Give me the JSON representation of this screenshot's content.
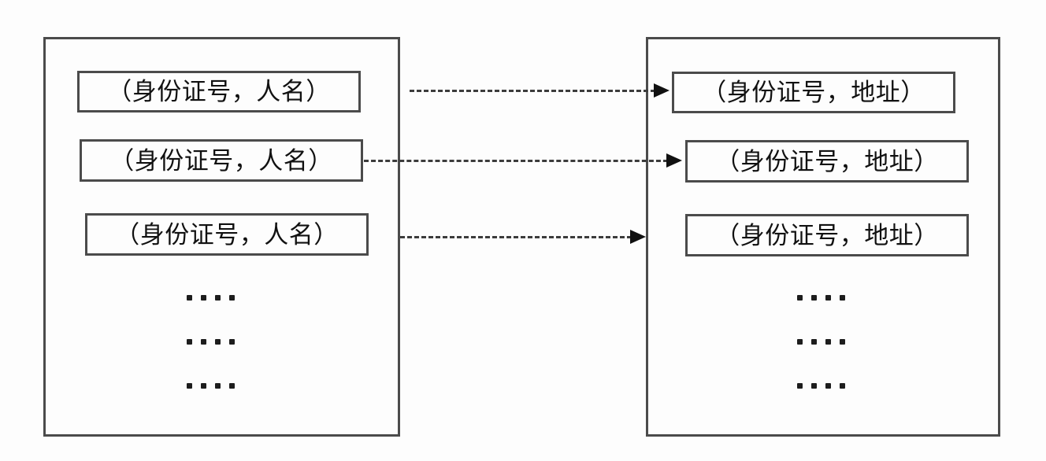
{
  "diagram": {
    "background_color": "#fdfdfd",
    "border_color": "#4b4b4b",
    "text_color": "#111111",
    "arrow_color": "#111111",
    "left_container": {
      "name": "left-table",
      "records": [
        {
          "label": "（身份证号，人名）"
        },
        {
          "label": "（身份证号，人名）"
        },
        {
          "label": "（身份证号，人名）"
        }
      ],
      "ellipsis_rows": [
        {
          "dots": 4
        },
        {
          "dots": 4
        },
        {
          "dots": 4
        }
      ]
    },
    "right_container": {
      "name": "right-table",
      "records": [
        {
          "label": "（身份证号，地址）"
        },
        {
          "label": "（身份证号，地址）"
        },
        {
          "label": "（身份证号，地址）"
        }
      ],
      "ellipsis_rows": [
        {
          "dots": 4
        },
        {
          "dots": 4
        },
        {
          "dots": 4
        }
      ]
    },
    "arrows": [
      {
        "style": "dashed",
        "direction": "left-to-right",
        "from": "left-record-0",
        "to": "right-record-0"
      },
      {
        "style": "dashed",
        "direction": "left-to-right",
        "from": "left-record-1",
        "to": "right-record-1"
      },
      {
        "style": "dashed",
        "direction": "left-to-right",
        "from": "left-record-2",
        "to": "right-record-2"
      }
    ]
  }
}
